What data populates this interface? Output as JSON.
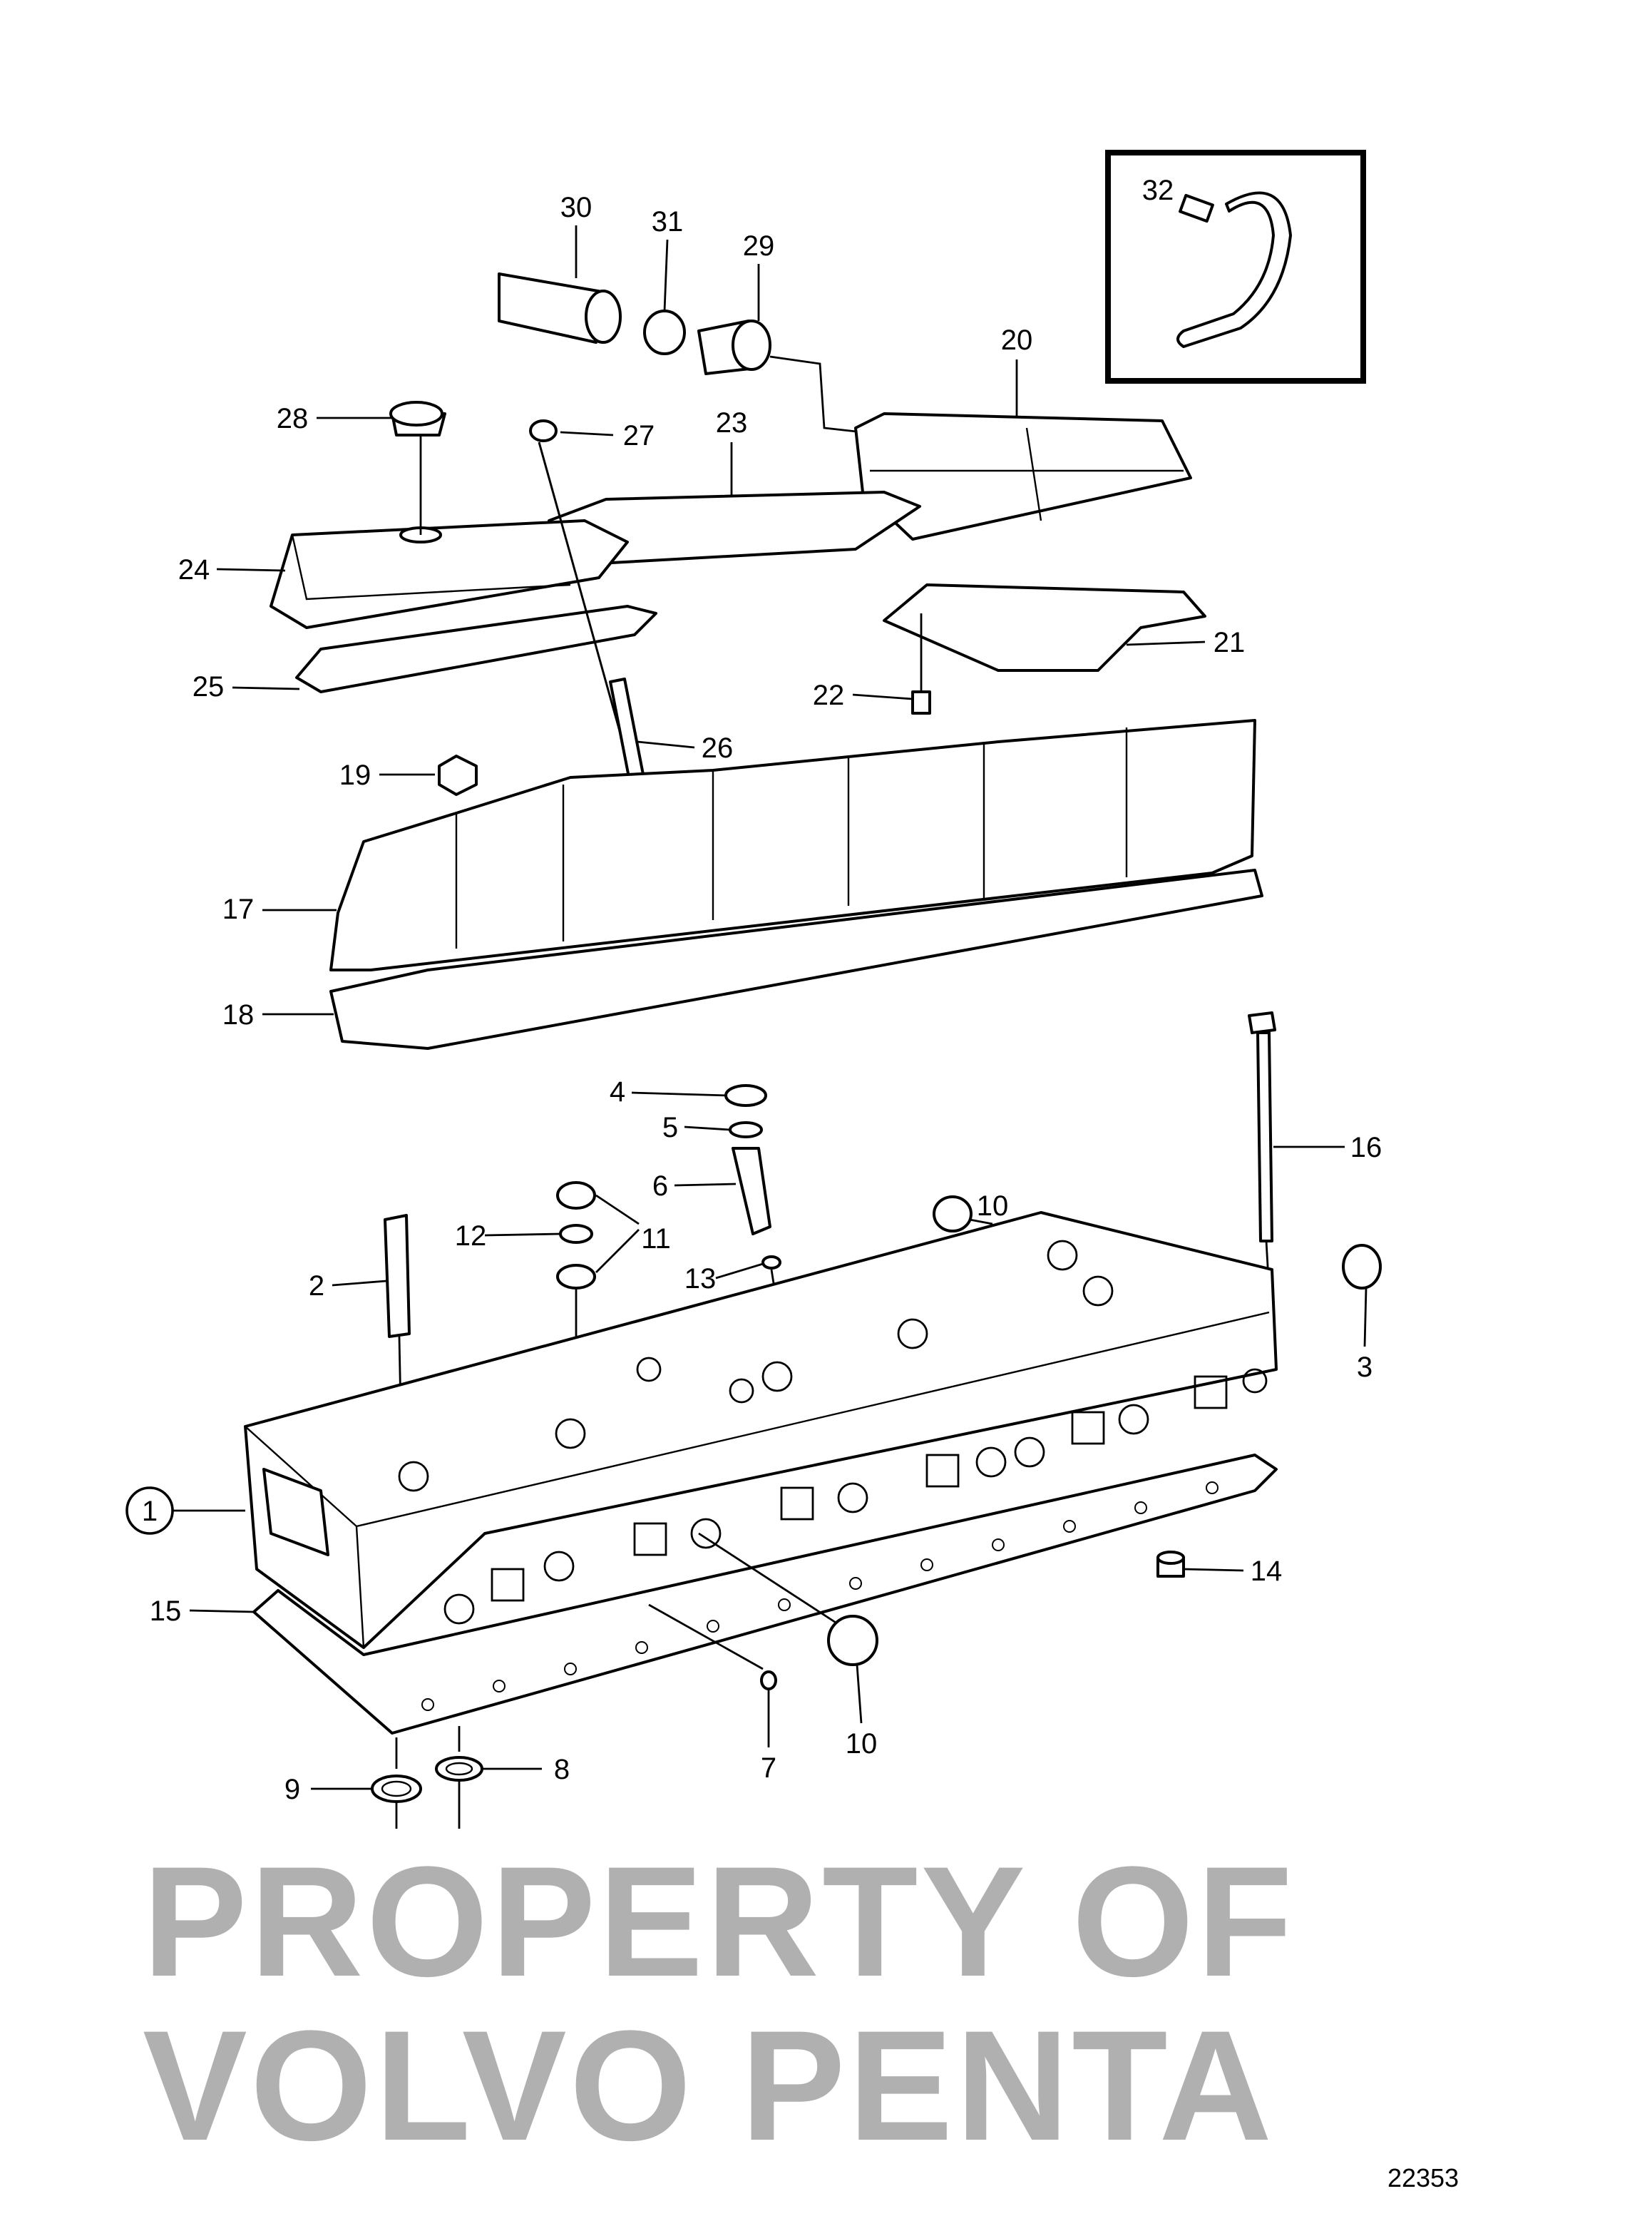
{
  "diagram": {
    "figure_number": "22353",
    "watermark_lines": [
      "PROPERTY OF",
      "VOLVO PENTA"
    ],
    "callouts": {
      "c1": "1",
      "c2": "2",
      "c3": "3",
      "c4": "4",
      "c5": "5",
      "c6": "6",
      "c7": "7",
      "c8": "8",
      "c9": "9",
      "c10a": "10",
      "c10b": "10",
      "c11": "11",
      "c12": "12",
      "c13": "13",
      "c14": "14",
      "c15": "15",
      "c16": "16",
      "c17": "17",
      "c18": "18",
      "c19": "19",
      "c20": "20",
      "c21": "21",
      "c22": "22",
      "c23": "23",
      "c24": "24",
      "c25": "25",
      "c26": "26",
      "c27": "27",
      "c28": "28",
      "c29": "29",
      "c30": "30",
      "c31": "31",
      "c32": "32"
    }
  }
}
